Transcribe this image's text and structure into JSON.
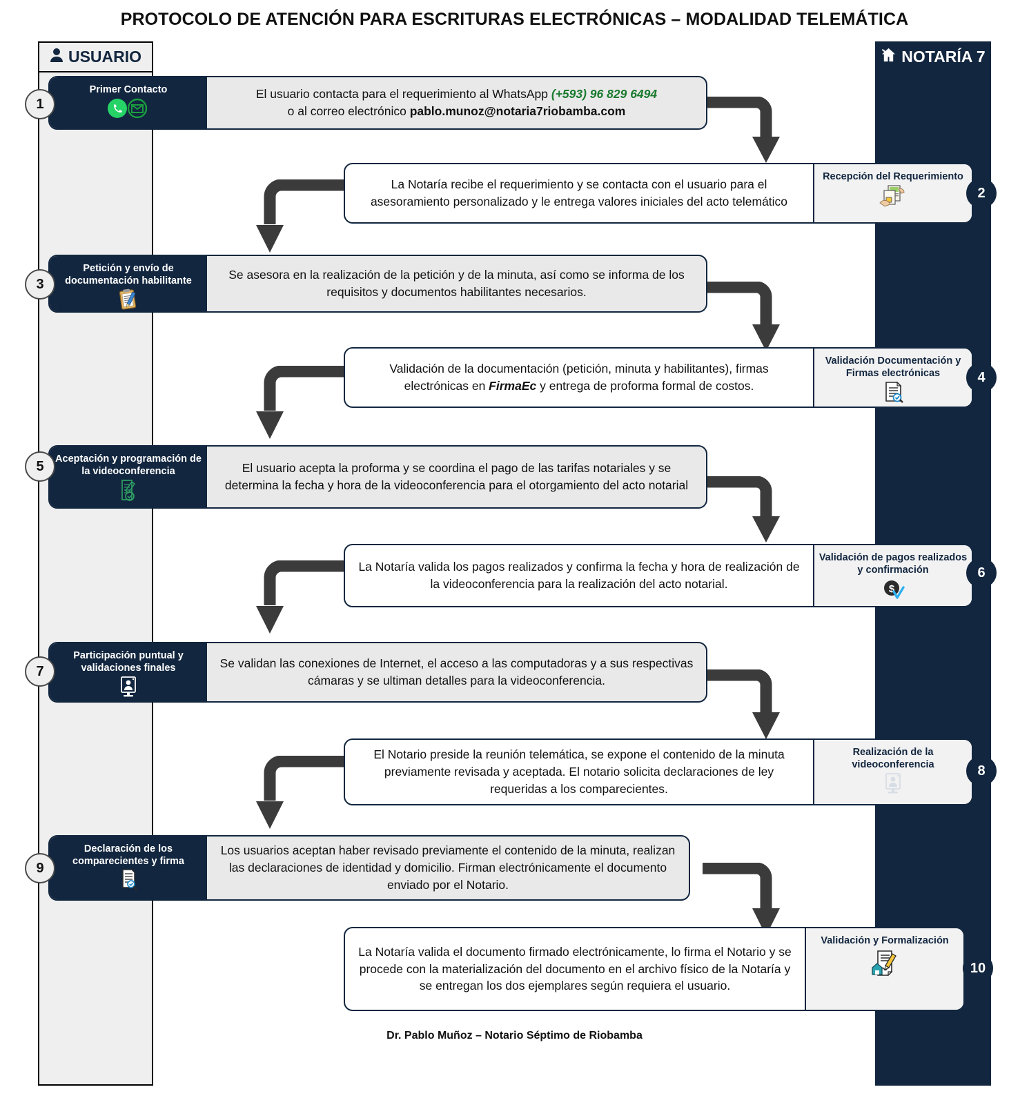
{
  "title": "PROTOCOLO DE ATENCIÓN PARA ESCRITURAS ELECTRÓNICAS – MODALIDAD TELEMÁTICA",
  "colors": {
    "navy": "#12263f",
    "lane_user_bg": "#efefef",
    "lane_notary_bg": "#12263f",
    "body_bg": "#e9e9e9",
    "arrow": "#3b3b3b",
    "accent_green": "#1a7a2e"
  },
  "lanes": {
    "user": {
      "label": "USUARIO",
      "icon": "person-icon"
    },
    "notary": {
      "label": "NOTARÍA 7",
      "icon": "house-icon"
    }
  },
  "steps": [
    {
      "number": "1",
      "side": "user",
      "header": "Primer Contacto",
      "icons": [
        "whatsapp-icon",
        "email-icon"
      ],
      "body_plain": "El usuario contacta para el requerimiento al WhatsApp (+593) 96 829 6494 o al correo electrónico pablo.munoz@notaria7riobamba.com",
      "body_parts": [
        {
          "text": "El usuario contacta para el requerimiento al WhatsApp ",
          "style": "normal"
        },
        {
          "text": "(+593) 96 829 6494",
          "style": "green-bold-italic"
        },
        {
          "text": " o al correo electrónico ",
          "style": "normal"
        },
        {
          "text": "pablo.munoz@notaria7riobamba.com",
          "style": "bold"
        }
      ]
    },
    {
      "number": "2",
      "side": "notary",
      "header": "Recepción del Requerimiento",
      "icons": [
        "document-hand-icon"
      ],
      "body_plain": "La Notaría recibe el requerimiento y se contacta con el usuario para el asesoramiento personalizado y le entrega valores iniciales del acto telemático",
      "body_parts": [
        {
          "text": "La Notaría recibe el requerimiento y se contacta con el usuario para el asesoramiento personalizado y le entrega valores iniciales del acto telemático",
          "style": "normal"
        }
      ]
    },
    {
      "number": "3",
      "side": "user",
      "header": "Petición y envío de documentación habilitante",
      "icons": [
        "clipboard-pencil-icon"
      ],
      "body_plain": "Se asesora en la realización de la petición y de la minuta, así como se informa de los requisitos y documentos habilitantes necesarios.",
      "body_parts": [
        {
          "text": "Se asesora en la realización de la petición y de la minuta, así como se informa de los requisitos y documentos habilitantes necesarios.",
          "style": "normal"
        }
      ]
    },
    {
      "number": "4",
      "side": "notary",
      "header": "Validación Documentación y Firmas electrónicas",
      "icons": [
        "document-check-icon"
      ],
      "body_plain": "Validación de la documentación (petición, minuta y habilitantes), firmas electrónicas en FirmaEc y entrega de proforma formal de costos.",
      "body_parts": [
        {
          "text": "Validación de la documentación (petición, minuta y habilitantes), firmas electrónicas en ",
          "style": "normal"
        },
        {
          "text": "FirmaEc",
          "style": "bold-italic"
        },
        {
          "text": " y entrega de proforma formal de costos.",
          "style": "normal"
        }
      ]
    },
    {
      "number": "5",
      "side": "user",
      "header": "Aceptación y programación de la videoconferencia",
      "icons": [
        "signed-document-icon"
      ],
      "body_plain": "El usuario acepta la proforma y se coordina el pago de las tarifas notariales y se determina la fecha y hora de la videoconferencia para el otorgamiento del acto notarial",
      "body_parts": [
        {
          "text": "El usuario acepta la proforma y se coordina el pago de las tarifas notariales y se determina la fecha y hora de la videoconferencia para el otorgamiento del acto notarial",
          "style": "normal"
        }
      ]
    },
    {
      "number": "6",
      "side": "notary",
      "header": "Validación de pagos realizados y confirmación",
      "icons": [
        "money-check-icon"
      ],
      "body_plain": "La Notaría valida los pagos realizados y confirma la fecha y hora de realización de la videoconferencia para la realización del acto notarial.",
      "body_parts": [
        {
          "text": "La Notaría valida los pagos realizados y confirma la fecha y hora de realización de la videoconferencia para la realización del acto notarial.",
          "style": "normal"
        }
      ]
    },
    {
      "number": "7",
      "side": "user",
      "header": "Participación puntual y validaciones finales",
      "icons": [
        "video-call-icon"
      ],
      "body_plain": "Se validan las conexiones de Internet, el acceso a las computadoras y a sus respectivas cámaras y se ultiman detalles para la videoconferencia.",
      "body_parts": [
        {
          "text": "Se validan las conexiones de Internet, el acceso a las computadoras y a sus respectivas cámaras y se ultiman detalles para la videoconferencia.",
          "style": "normal"
        }
      ]
    },
    {
      "number": "8",
      "side": "notary",
      "header": "Realización de la videoconferencia",
      "icons": [
        "video-call-icon"
      ],
      "body_plain": "El Notario preside la reunión telemática, se expone el contenido de la minuta previamente revisada y aceptada. El notario solicita declaraciones de ley requeridas a los comparecientes.",
      "body_parts": [
        {
          "text": "El Notario preside la reunión telemática, se expone el contenido de la minuta previamente revisada y aceptada. El notario solicita declaraciones de ley requeridas a los comparecientes.",
          "style": "normal"
        }
      ]
    },
    {
      "number": "9",
      "side": "user",
      "header": "Declaración de los comparecientes y firma",
      "icons": [
        "document-signature-icon"
      ],
      "body_plain": "Los usuarios aceptan haber revisado previamente el contenido de la minuta, realizan las declaraciones de identidad y domicilio. Firman electrónicamente el documento enviado por el Notario.",
      "body_parts": [
        {
          "text": "Los usuarios aceptan haber revisado previamente el contenido de la minuta, realizan las declaraciones de identidad y domicilio. Firman electrónicamente el documento enviado por el Notario.",
          "style": "normal"
        }
      ]
    },
    {
      "number": "10",
      "side": "notary",
      "header": "Validación y Formalización",
      "icons": [
        "house-document-pen-icon"
      ],
      "body_plain": "La Notaría valida el documento firmado electrónicamente, lo firma el Notario y se procede con la materialización del documento en el archivo físico de la Notaría y se entregan los dos ejemplares según requiera el usuario.",
      "body_parts": [
        {
          "text": "La Notaría valida el documento firmado electrónicamente, lo firma el Notario y se procede con la materialización del documento en el archivo físico de la Notaría y se entregan los dos ejemplares según requiera el usuario.",
          "style": "normal"
        }
      ]
    }
  ],
  "footer": "Dr. Pablo Muñoz – Notario Séptimo de Riobamba"
}
